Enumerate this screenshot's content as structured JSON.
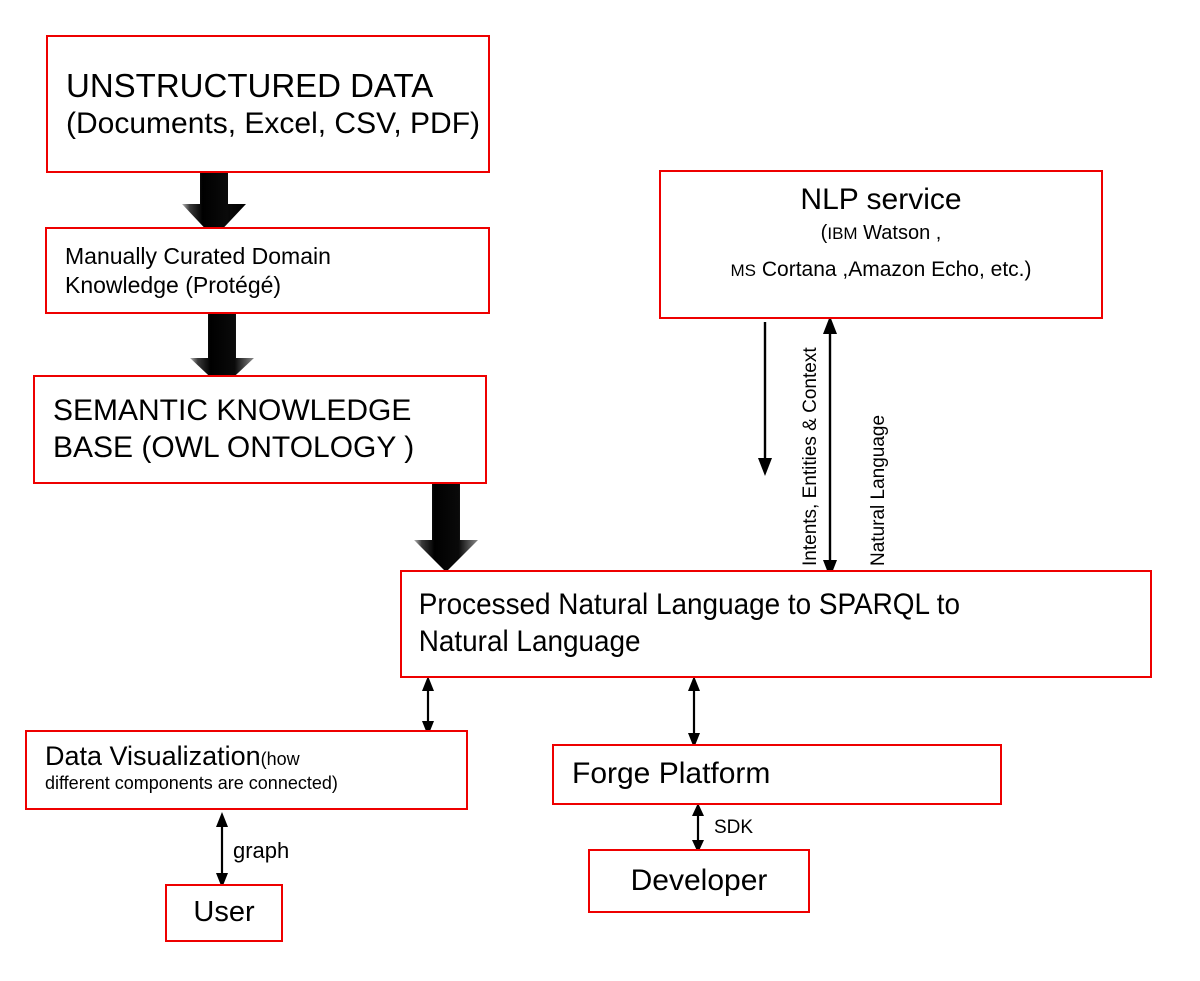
{
  "diagram": {
    "title": "Semantic knowledge base NLP architecture flow",
    "accent_color": "#ee0000",
    "line_color": "#000000",
    "background": "#ffffff"
  },
  "boxes": {
    "unstructured": {
      "line1": "UNSTRUCTURED DATA",
      "line2": "(Documents, Excel, CSV, PDF)"
    },
    "curated": {
      "line1": "Manually Curated Domain",
      "line2": "Knowledge (Protégé)"
    },
    "semantic": {
      "line1": "SEMANTIC KNOWLEDGE",
      "line2": "BASE (OWL ONTOLOGY )"
    },
    "nlp": {
      "line1": "NLP service",
      "line2_prefix": "(",
      "line2_caps": "IBM",
      "line2_rest": " Watson ,",
      "line3_caps": "MS",
      "line3_rest": " Cortana ,Amazon Echo, etc.)"
    },
    "processed": {
      "line1": "Processed Natural Language to SPARQL to",
      "line2": "Natural Language"
    },
    "dataviz": {
      "line1_main": "Data Visualization",
      "line1_sub": "(how",
      "line2": "different components are connected)"
    },
    "user": {
      "label": "User"
    },
    "forge": {
      "label": "Forge Platform"
    },
    "developer": {
      "label": "Developer"
    }
  },
  "connector_labels": {
    "intents": "Intents, Entities & Context",
    "natural_language": "Natural Language",
    "graph": "graph",
    "sdk": "SDK"
  }
}
